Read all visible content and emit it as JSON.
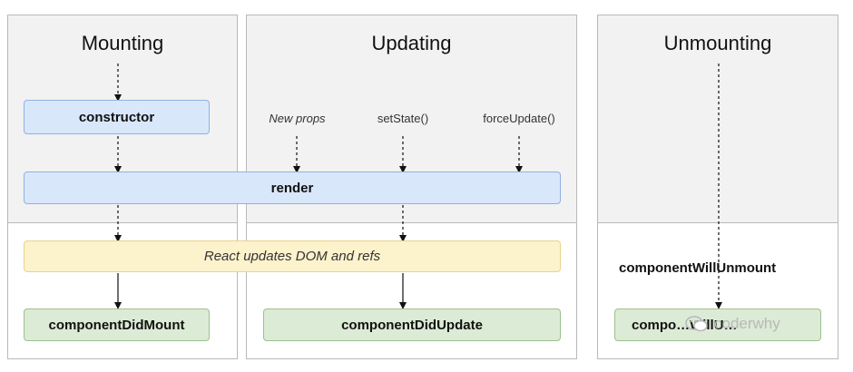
{
  "phases": {
    "mounting": "Mounting",
    "updating": "Updating",
    "unmounting": "Unmounting"
  },
  "triggers": {
    "new_props": "New props",
    "set_state": "setState()",
    "force_update": "forceUpdate()"
  },
  "boxes": {
    "constructor": "constructor",
    "render": "render",
    "react_updates": "React updates DOM and refs",
    "component_did_mount": "componentDidMount",
    "component_did_update": "componentDidUpdate",
    "component_will_unmount_box": "compo…WillU…"
  },
  "labels": {
    "component_will_unmount": "componentWillUnmount"
  },
  "watermark": {
    "text": "coderwhy"
  },
  "colors": {
    "phase_bg_top": "#f2f2f2",
    "border": "#b9b9b9",
    "blue_fill": "#d9e7fb",
    "blue_border": "#8fb1e3",
    "yellow_fill": "#fcf2cc",
    "yellow_border": "#e7d38e",
    "green_fill": "#dcebd6",
    "green_border": "#9cc190"
  }
}
